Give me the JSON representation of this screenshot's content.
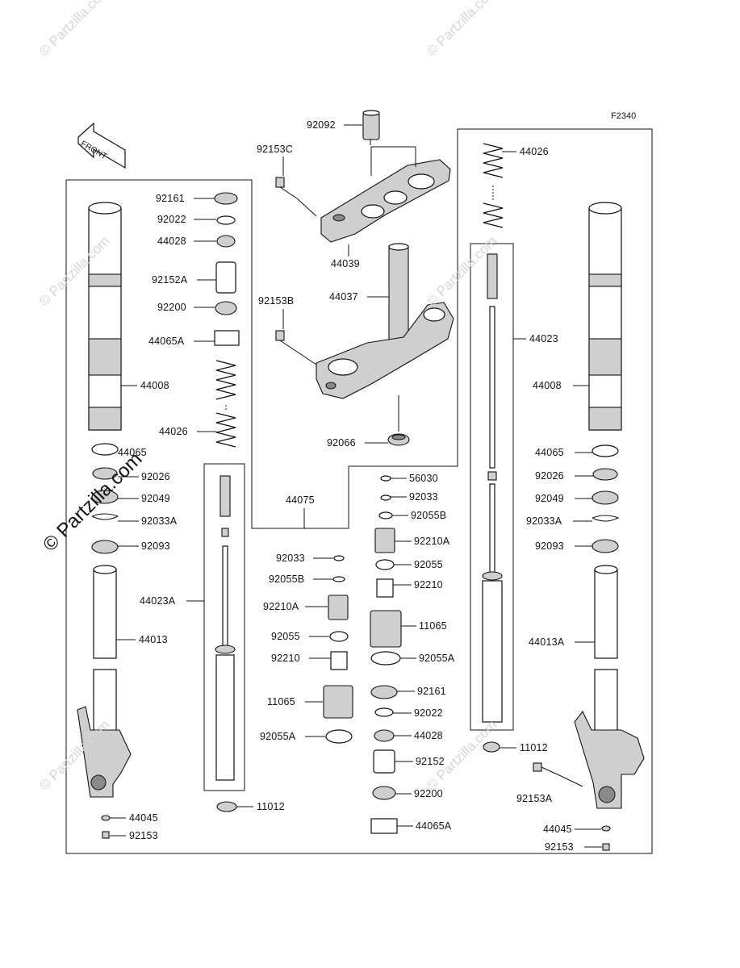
{
  "figure_ref": "F2340",
  "front_marker": "FRONT",
  "watermarks": {
    "faint": "© Partzilla.com",
    "dark": "© Partzilla.com"
  },
  "labels": {
    "p92092": "92092",
    "p92153C": "92153C",
    "p44039": "44039",
    "p92153B": "92153B",
    "p44037": "44037",
    "p92066": "92066",
    "p44026_top": "44026",
    "p44023": "44023",
    "p44008_r": "44008",
    "p44065_r": "44065",
    "p92026_r": "92026",
    "p92049_r": "92049",
    "p92033A_r": "92033A",
    "p92093_r": "92093",
    "p44013A": "44013A",
    "p11012_r": "11012",
    "p92153A": "92153A",
    "p44045_r": "44045",
    "p92153_r": "92153",
    "p92161_l": "92161",
    "p92022_l": "92022",
    "p44028_l": "44028",
    "p92152A": "92152A",
    "p92200_l": "92200",
    "p44065A_l": "44065A",
    "p44008_l": "44008",
    "p44026_l": "44026",
    "p44065_l": "44065",
    "p92026_l": "92026",
    "p92049_l": "92049",
    "p92033A_l": "92033A",
    "p92093_l": "92093",
    "p44023A": "44023A",
    "p44013": "44013",
    "p44045_l": "44045",
    "p92153_l": "92153",
    "p44075": "44075",
    "p11012_l": "11012",
    "p92033_c": "92033",
    "p92055B_c": "92055B",
    "p92210A_c": "92210A",
    "p92055_c": "92055",
    "p92210_c": "92210",
    "p11065_c": "11065",
    "p92055A_c": "92055A",
    "p56030": "56030",
    "p92033_m": "92033",
    "p92055B_m": "92055B",
    "p92210A_m": "92210A",
    "p92055_m": "92055",
    "p92210_m": "92210",
    "p11065_m": "11065",
    "p92055A_m": "92055A",
    "p92161_m": "92161",
    "p92022_m": "92022",
    "p44028_m": "44028",
    "p92152_m": "92152",
    "p92200_m": "92200",
    "p44065A_m": "44065A"
  }
}
